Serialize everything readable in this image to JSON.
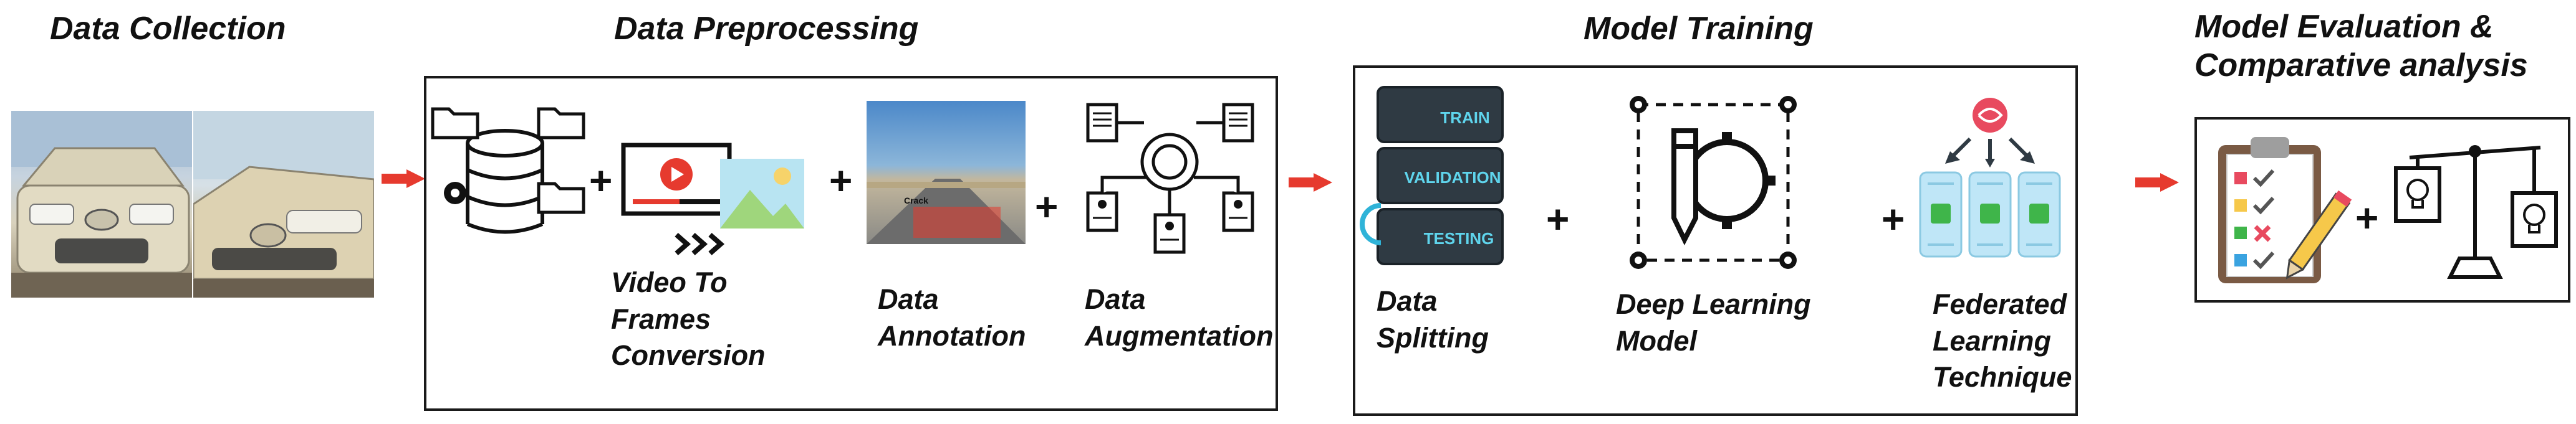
{
  "stages": {
    "collection": {
      "title": "Data Collection"
    },
    "preprocessing": {
      "title": "Data Preprocessing",
      "video_label": [
        "Video To",
        "Frames",
        "Conversion"
      ],
      "annotation_label": [
        "Data",
        "Annotation"
      ],
      "annotation_tag": "Crack",
      "augmentation_label": [
        "Data",
        "Augmentation"
      ]
    },
    "training": {
      "title": "Model Training",
      "server_labels": [
        "TRAIN",
        "VALIDATION",
        "TESTING"
      ],
      "splitting_label": [
        "Data",
        "Splitting"
      ],
      "dl_label": [
        "Deep Learning",
        "Model"
      ],
      "fl_label": [
        "Federated",
        "Learning",
        "Technique"
      ]
    },
    "evaluation": {
      "title_lines": [
        "Model Evaluation &",
        "Comparative analysis"
      ]
    }
  },
  "plus_sign": "+",
  "colors": {
    "arrow": "#e63a2e",
    "server": "#2f3a43",
    "server_text": "#5fd4ec",
    "fl_panel": "#bfe6f7",
    "chip": "#3fb54a",
    "brain": "#e84a5f"
  },
  "icons": [
    "database-icon",
    "folder-icon",
    "video-player-icon",
    "image-icon",
    "chevrons-icon",
    "document-icon",
    "ai-gear-icon",
    "server-stack-icon",
    "pencil-gear-icon",
    "brain-icon",
    "chip-icon",
    "checklist-icon",
    "balance-scale-icon",
    "lightbulb-icon"
  ]
}
